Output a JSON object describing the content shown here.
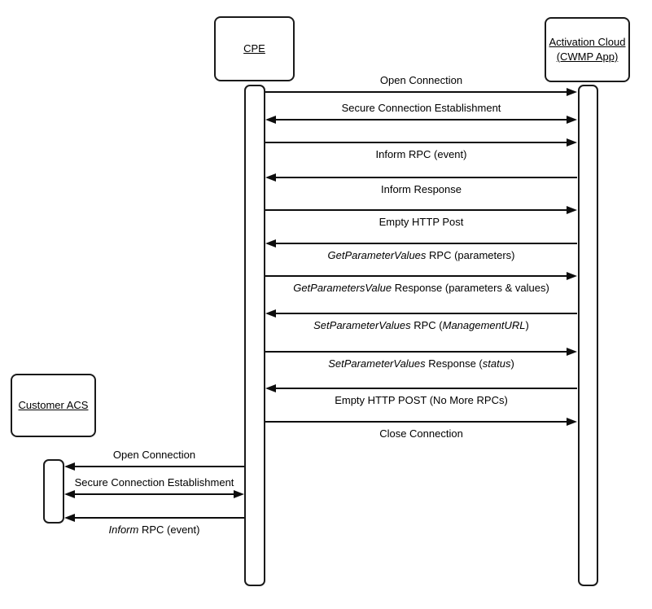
{
  "diagram": {
    "type": "sequence-diagram",
    "colors": {
      "background": "#ffffff",
      "line": "#0d0d0d",
      "box_border": "#1a1a1a",
      "text": "#000000"
    },
    "actors": [
      {
        "id": "cpe",
        "label": "CPE"
      },
      {
        "id": "activation-cloud",
        "label": "Activation Cloud\n(CWMP App)"
      },
      {
        "id": "customer-acs",
        "label": "Customer ACS"
      }
    ],
    "messages_main": [
      {
        "text": "Open Connection",
        "from": "cpe",
        "to": "activation-cloud",
        "direction": "right",
        "label_position": "above",
        "parts": [
          {
            "t": "Open Connection"
          }
        ]
      },
      {
        "text": "Secure Connection Establishment",
        "from": "cpe",
        "to": "activation-cloud",
        "direction": "both",
        "label_position": "above",
        "parts": [
          {
            "t": "Secure Connection Establishment"
          }
        ]
      },
      {
        "text": "Inform RPC (event)",
        "from": "cpe",
        "to": "activation-cloud",
        "direction": "right",
        "label_position": "below",
        "parts": [
          {
            "t": "Inform RPC (event)"
          }
        ]
      },
      {
        "text": "Inform Response",
        "from": "activation-cloud",
        "to": "cpe",
        "direction": "left",
        "label_position": "below",
        "parts": [
          {
            "t": "Inform Response"
          }
        ]
      },
      {
        "text": "Empty HTTP Post",
        "from": "cpe",
        "to": "activation-cloud",
        "direction": "right",
        "label_position": "below",
        "parts": [
          {
            "t": "Empty HTTP Post"
          }
        ]
      },
      {
        "text": "GetParameterValues RPC (parameters)",
        "from": "activation-cloud",
        "to": "cpe",
        "direction": "left",
        "label_position": "below",
        "parts": [
          {
            "t": "GetParameterValues",
            "i": true
          },
          {
            "t": " RPC (parameters)"
          }
        ]
      },
      {
        "text": "GetParametersValue Response (parameters & values)",
        "from": "cpe",
        "to": "activation-cloud",
        "direction": "right",
        "label_position": "below",
        "parts": [
          {
            "t": "GetParametersValue",
            "i": true
          },
          {
            "t": " Response (parameters & values)"
          }
        ]
      },
      {
        "text": "SetParameterValues RPC (ManagementURL)",
        "from": "activation-cloud",
        "to": "cpe",
        "direction": "left",
        "label_position": "below",
        "parts": [
          {
            "t": "SetParameterValues",
            "i": true
          },
          {
            "t": " RPC ("
          },
          {
            "t": "ManagementURL",
            "i": true
          },
          {
            "t": ")"
          }
        ]
      },
      {
        "text": "SetParameterValues Response (status)",
        "from": "cpe",
        "to": "activation-cloud",
        "direction": "right",
        "label_position": "below",
        "parts": [
          {
            "t": "SetParameterValues",
            "i": true
          },
          {
            "t": " Response ("
          },
          {
            "t": "status",
            "i": true
          },
          {
            "t": ")"
          }
        ]
      },
      {
        "text": "Empty HTTP POST (No More RPCs)",
        "from": "activation-cloud",
        "to": "cpe",
        "direction": "left",
        "label_position": "below",
        "parts": [
          {
            "t": "Empty HTTP POST (No More RPCs)"
          }
        ]
      },
      {
        "text": "Close Connection",
        "from": "cpe",
        "to": "activation-cloud",
        "direction": "right",
        "label_position": "below",
        "parts": [
          {
            "t": "Close Connection"
          }
        ]
      }
    ],
    "messages_left": [
      {
        "text": "Open Connection",
        "from": "cpe",
        "to": "customer-acs",
        "direction": "left",
        "label_position": "above",
        "parts": [
          {
            "t": "Open Connection"
          }
        ]
      },
      {
        "text": "Secure Connection Establishment",
        "from": "cpe",
        "to": "customer-acs",
        "direction": "both",
        "label_position": "above",
        "parts": [
          {
            "t": "Secure Connection Establishment"
          }
        ]
      },
      {
        "text": "Inform RPC (event)",
        "from": "cpe",
        "to": "customer-acs",
        "direction": "left",
        "label_position": "below",
        "parts": [
          {
            "t": "Inform",
            "i": true
          },
          {
            "t": " RPC (event)"
          }
        ]
      }
    ]
  }
}
